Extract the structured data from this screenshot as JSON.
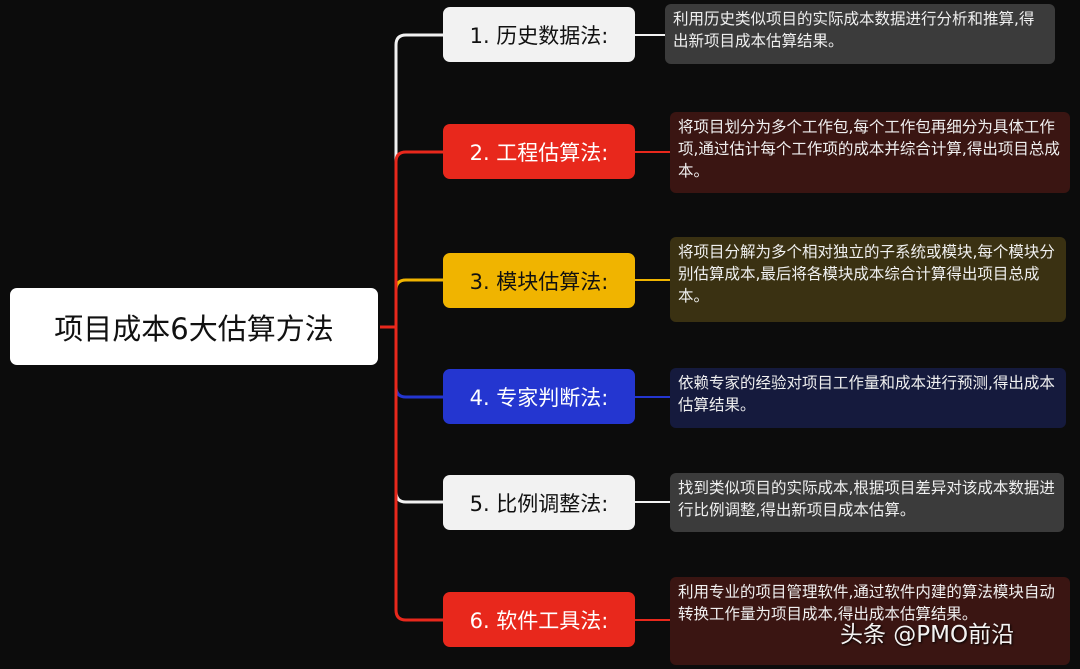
{
  "root": {
    "title": "项目成本6大估算方法"
  },
  "colors": {
    "white": "#f2f2f2",
    "red": "#e8281c",
    "yellow": "#f0b400",
    "blue": "#2436d0"
  },
  "branches": [
    {
      "label": "1. 历史数据法:",
      "color": "#f2f2f2",
      "text_color": "#111111",
      "desc": "利用历史类似项目的实际成本数据进行分析和推算,得出新项目成本估算结果。",
      "desc_bg": "#3b3b3b"
    },
    {
      "label": "2. 工程估算法:",
      "color": "#e8281c",
      "text_color": "#ffffff",
      "desc": "将项目划分为多个工作包,每个工作包再细分为具体工作项,通过估计每个工作项的成本并综合计算,得出项目总成本。",
      "desc_bg": "#3a1512"
    },
    {
      "label": "3. 模块估算法:",
      "color": "#f0b400",
      "text_color": "#111111",
      "desc": "将项目分解为多个相对独立的子系统或模块,每个模块分别估算成本,最后将各模块成本综合计算得出项目总成本。",
      "desc_bg": "#3a3112"
    },
    {
      "label": "4. 专家判断法:",
      "color": "#2436d0",
      "text_color": "#ffffff",
      "desc": "依赖专家的经验对项目工作量和成本进行预测,得出成本估算结果。",
      "desc_bg": "#151a3d"
    },
    {
      "label": "5. 比例调整法:",
      "color": "#f2f2f2",
      "text_color": "#111111",
      "desc": "找到类似项目的实际成本,根据项目差异对该成本数据进行比例调整,得出新项目成本估算。",
      "desc_bg": "#3b3b3b"
    },
    {
      "label": "6. 软件工具法:",
      "color": "#e8281c",
      "text_color": "#ffffff",
      "desc": "利用专业的项目管理软件,通过软件内建的算法模块自动转换工作量为项目成本,得出成本估算结果。",
      "desc_bg": "#3a1512"
    }
  ],
  "watermark": "头条 @PMO前沿"
}
